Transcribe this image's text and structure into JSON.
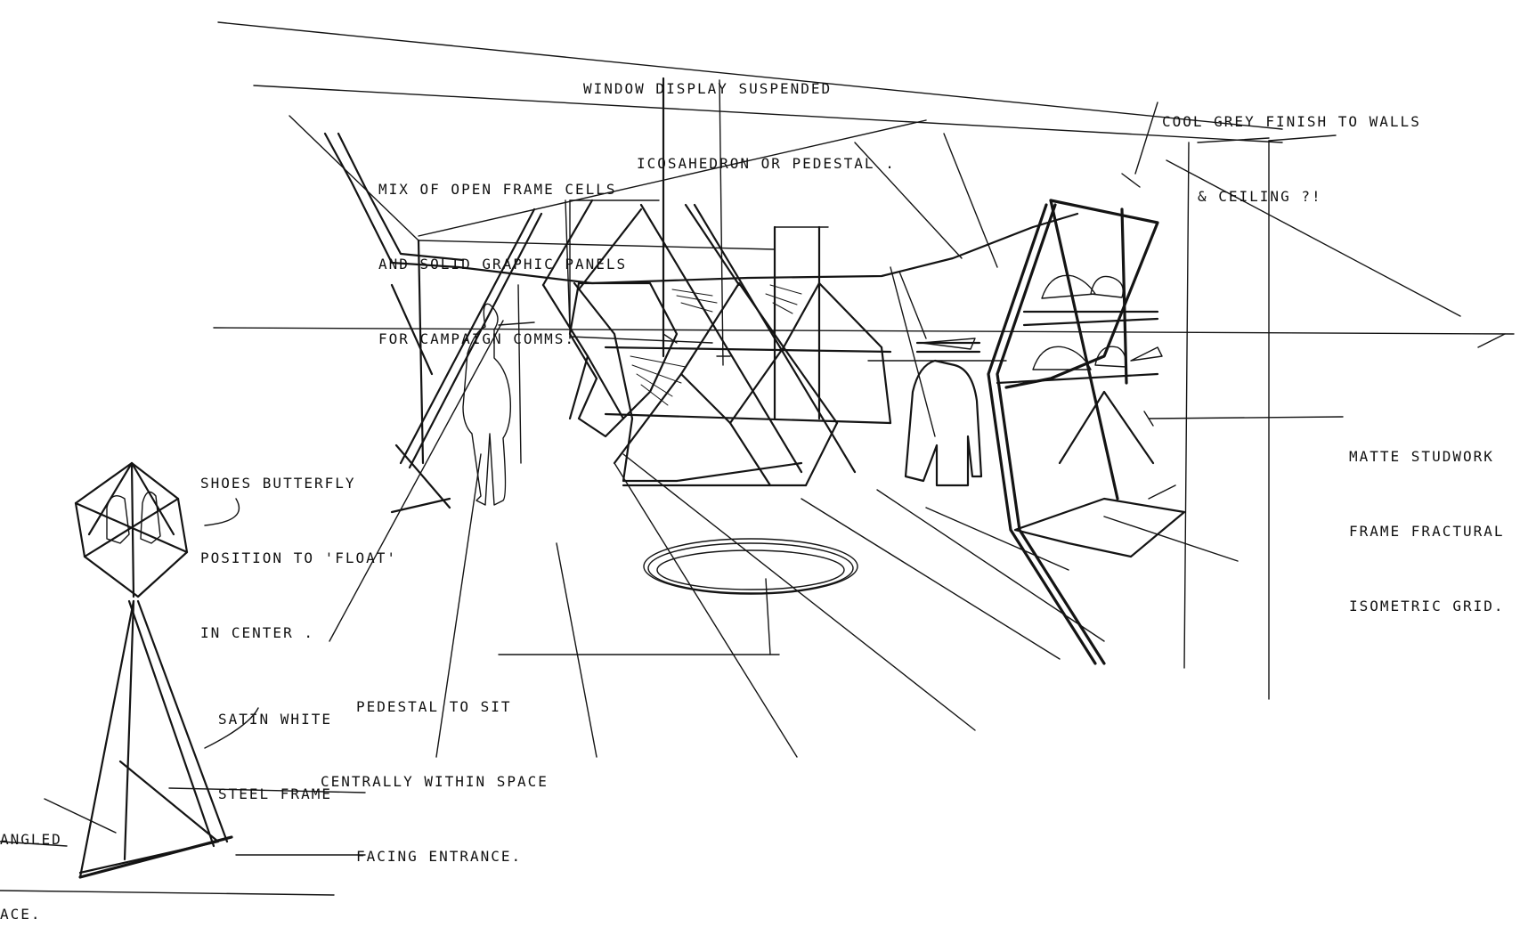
{
  "annotations": {
    "window_display": [
      "WINDOW DISPLAY SUSPENDED",
      "ICOSAHEDRON OR PEDESTAL ."
    ],
    "cool_grey": [
      "COOL GREY FINISH TO WALLS",
      "& CEILING ?!"
    ],
    "open_frame": [
      "MIX OF OPEN FRAME CELLS",
      "AND SOLID GRAPHIC PANELS",
      "FOR CAMPAIGN COMMS."
    ],
    "studwork": [
      "MATTE STUDWORK",
      "FRAME FRACTURAL",
      "ISOMETRIC GRID."
    ],
    "shoes": [
      "SHOES BUTTERFLY",
      "POSITION TO 'FLOAT'",
      "IN CENTER ."
    ],
    "pedestal": [
      "PEDESTAL TO SIT",
      "CENTRALLY WITHIN SPACE",
      "FACING ENTRANCE."
    ],
    "satin_white": [
      "SATIN WHITE",
      "STEEL FRAME"
    ],
    "angled": [
      "ANGLED",
      "ACE."
    ]
  }
}
